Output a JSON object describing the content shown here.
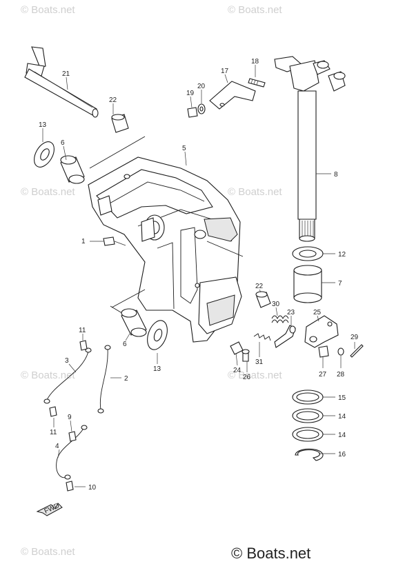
{
  "watermark": "© Boats.net",
  "footer": "© Boats.net",
  "labels": {
    "l1": "1",
    "l2": "2",
    "l3": "3",
    "l4": "4",
    "l5": "5",
    "l6a": "6",
    "l6b": "6",
    "l7": "7",
    "l8": "8",
    "l9": "9",
    "l10": "10",
    "l11a": "11",
    "l11b": "11",
    "l12": "12",
    "l13a": "13",
    "l13b": "13",
    "l14a": "14",
    "l14b": "14",
    "l15": "15",
    "l16": "16",
    "l17": "17",
    "l18": "18",
    "l19": "19",
    "l20": "20",
    "l21": "21",
    "l22a": "22",
    "l22b": "22",
    "l23": "23",
    "l24": "24",
    "l25": "25",
    "l26": "26",
    "l27": "27",
    "l28": "28",
    "l29": "29",
    "l30": "30",
    "l31": "31"
  },
  "front_arrow": "FWD"
}
